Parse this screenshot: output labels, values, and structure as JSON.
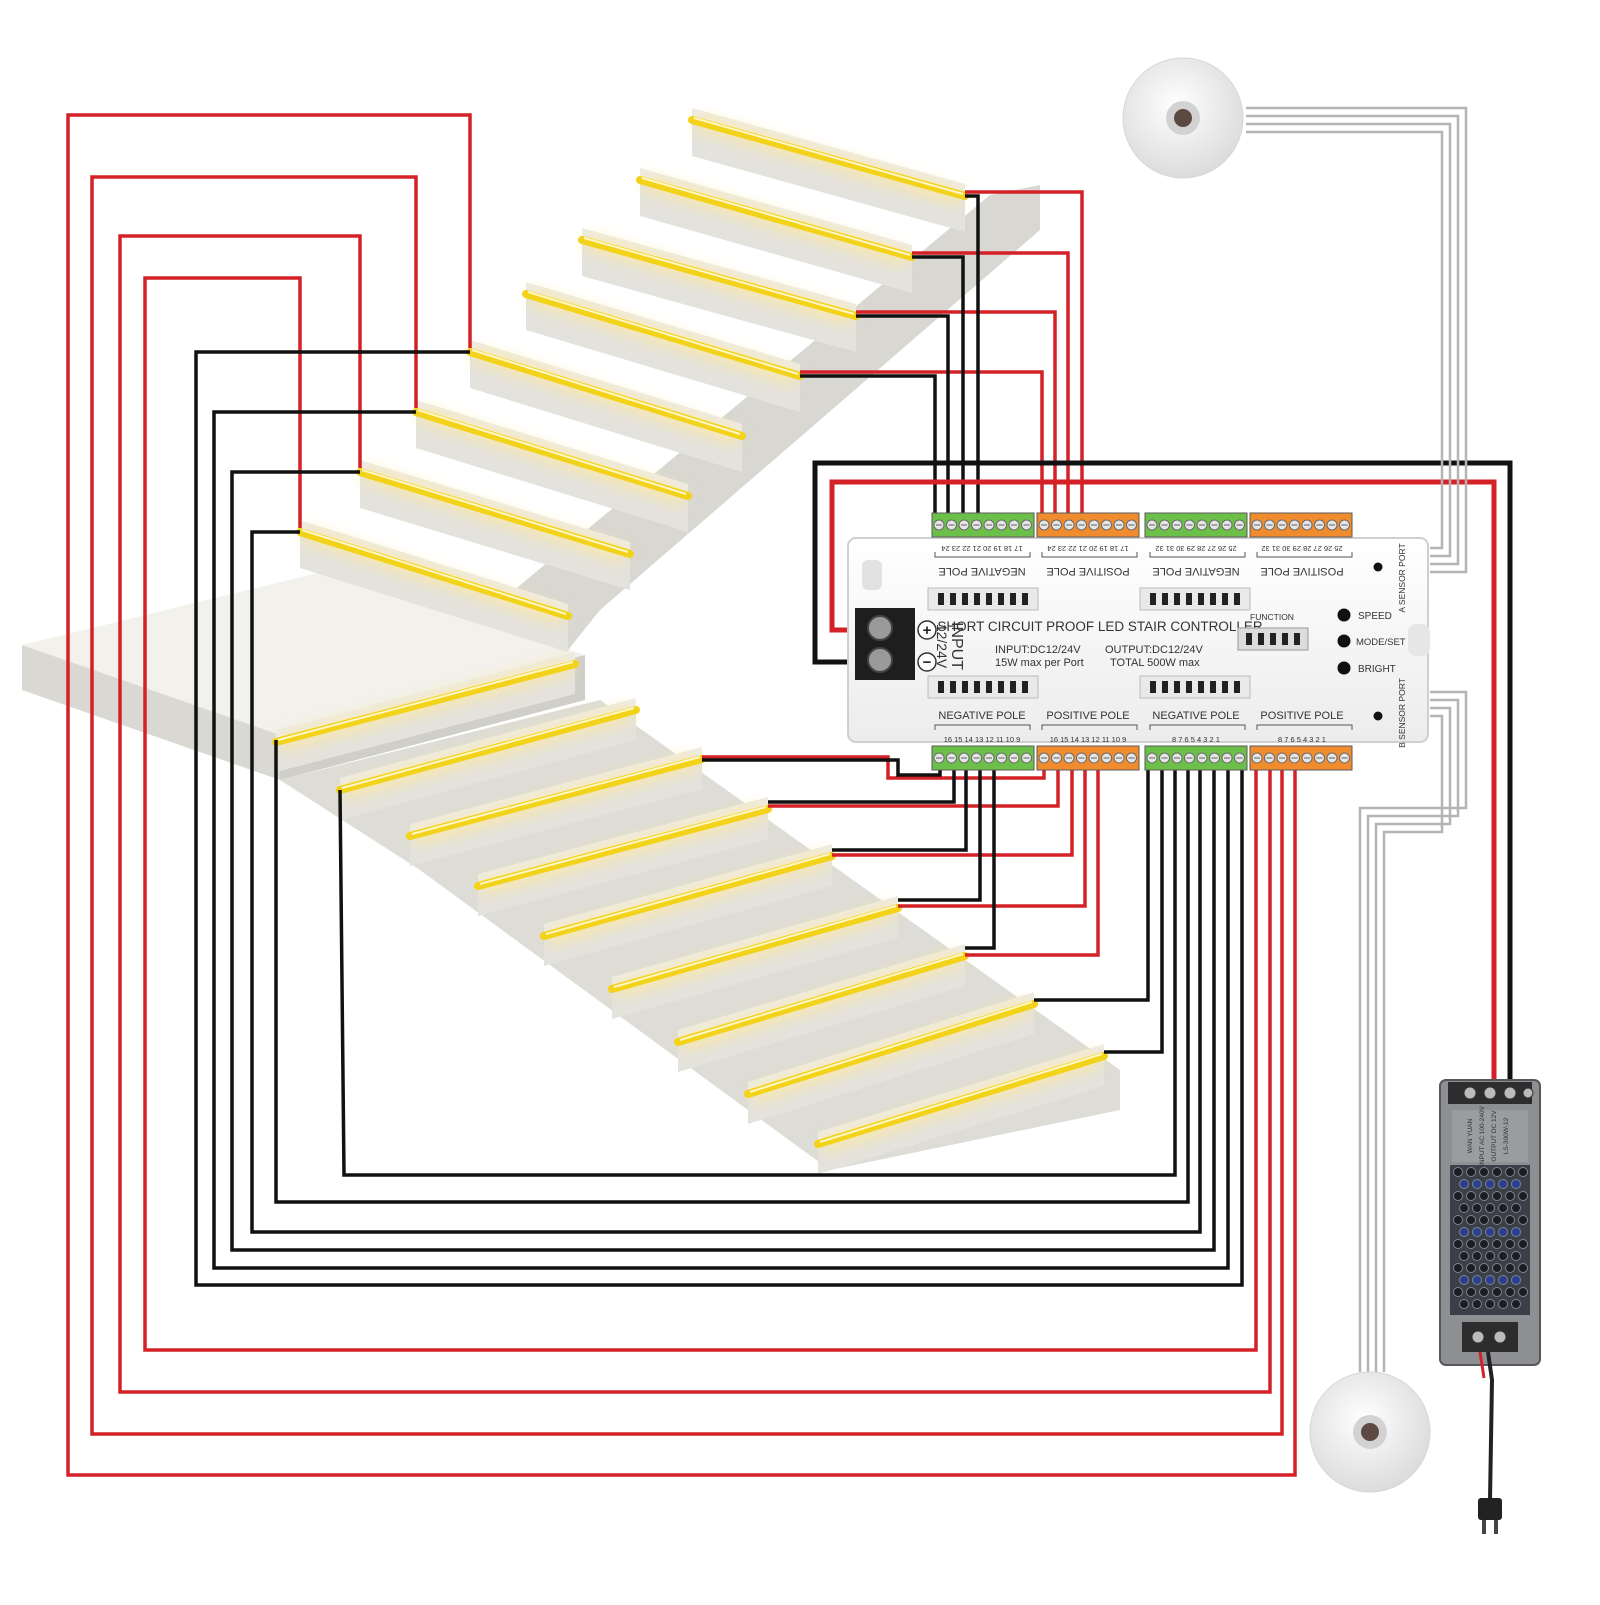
{
  "colors": {
    "wire_positive": "#d42127",
    "wire_negative": "#111111",
    "wire_sensor": "#b4b4b4",
    "terminal_negative": "#6cc04a",
    "terminal_positive": "#f08c2e",
    "led_strip": "#f3d21a",
    "stair": "#ecebe6",
    "controller_body": "#f7f7f7"
  },
  "controller": {
    "top_labels": {
      "neg_a": "NEGATIVE POLE",
      "pos_a": "POSITIVE POLE",
      "neg_b": "NEGATIVE POLE",
      "pos_b": "POSITIVE POLE"
    },
    "bottom_labels": {
      "neg_a": "NEGATIVE POLE",
      "pos_a": "POSITIVE POLE",
      "neg_b": "NEGATIVE POLE",
      "pos_b": "POSITIVE POLE"
    },
    "top_numbers": {
      "group_a": "17 18 19 20 21 22 23 24",
      "group_b": "25 26 27 28 29 30 31 32"
    },
    "bottom_numbers": {
      "group_a": "16 15 14 13 12 11 10 9",
      "group_b": "8 7 6 5 4 3 2 1"
    },
    "title": "SHORT CIRCUIT PROOF LED STAIR CONTROLLER",
    "input_label": "INPUT",
    "input_voltage": "12/24V",
    "input_spec": "INPUT:DC12/24V",
    "port_spec": "15W max per Port",
    "output_spec": "OUTPUT:DC12/24V",
    "total_spec": "TOTAL 500W max",
    "function_label": "FUNCTION",
    "buttons": {
      "speed": "SPEED",
      "mode": "MODE/SET",
      "bright": "BRIGHT"
    },
    "sensor_a": "A SENSOR PORT",
    "sensor_b": "B SENSOR PORT",
    "plus_symbol": "+",
    "minus_symbol": "−"
  },
  "psu": {
    "label_lines": [
      "WAN YUAN",
      "INPUT AC 100-240V",
      "OUTPUT DC 12V",
      "LS-300W-12"
    ]
  }
}
